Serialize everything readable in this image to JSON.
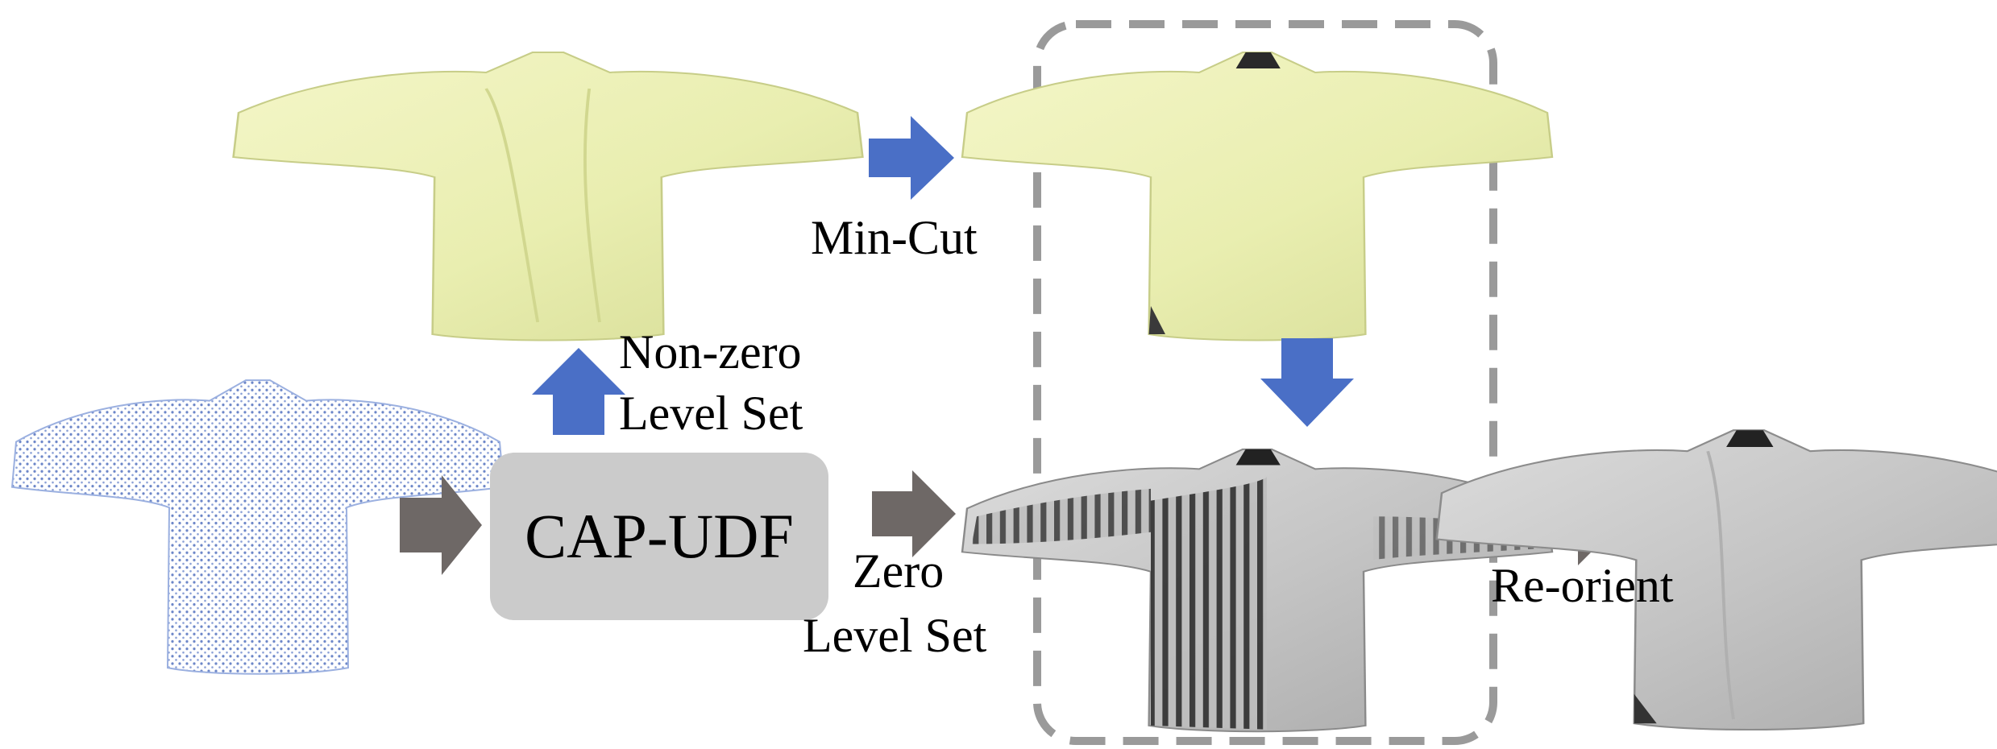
{
  "labels": {
    "non_zero": "Non-zero",
    "level_set_top": "Level Set",
    "cap_udf": "CAP-UDF",
    "min_cut": "Min-Cut",
    "zero": "Zero",
    "level_set_bottom": "Level Set",
    "re_orient": "Re-orient"
  },
  "colors": {
    "blue_arrow": "#4a6fc6",
    "gray_arrow": "#6e6866",
    "box_fill": "#cbcbcb",
    "dashed_border": "#9a9a9a",
    "mesh_yellow": "#eef2b8",
    "mesh_gray": "#c9c9c9",
    "point_cloud": "#6c86c8"
  }
}
